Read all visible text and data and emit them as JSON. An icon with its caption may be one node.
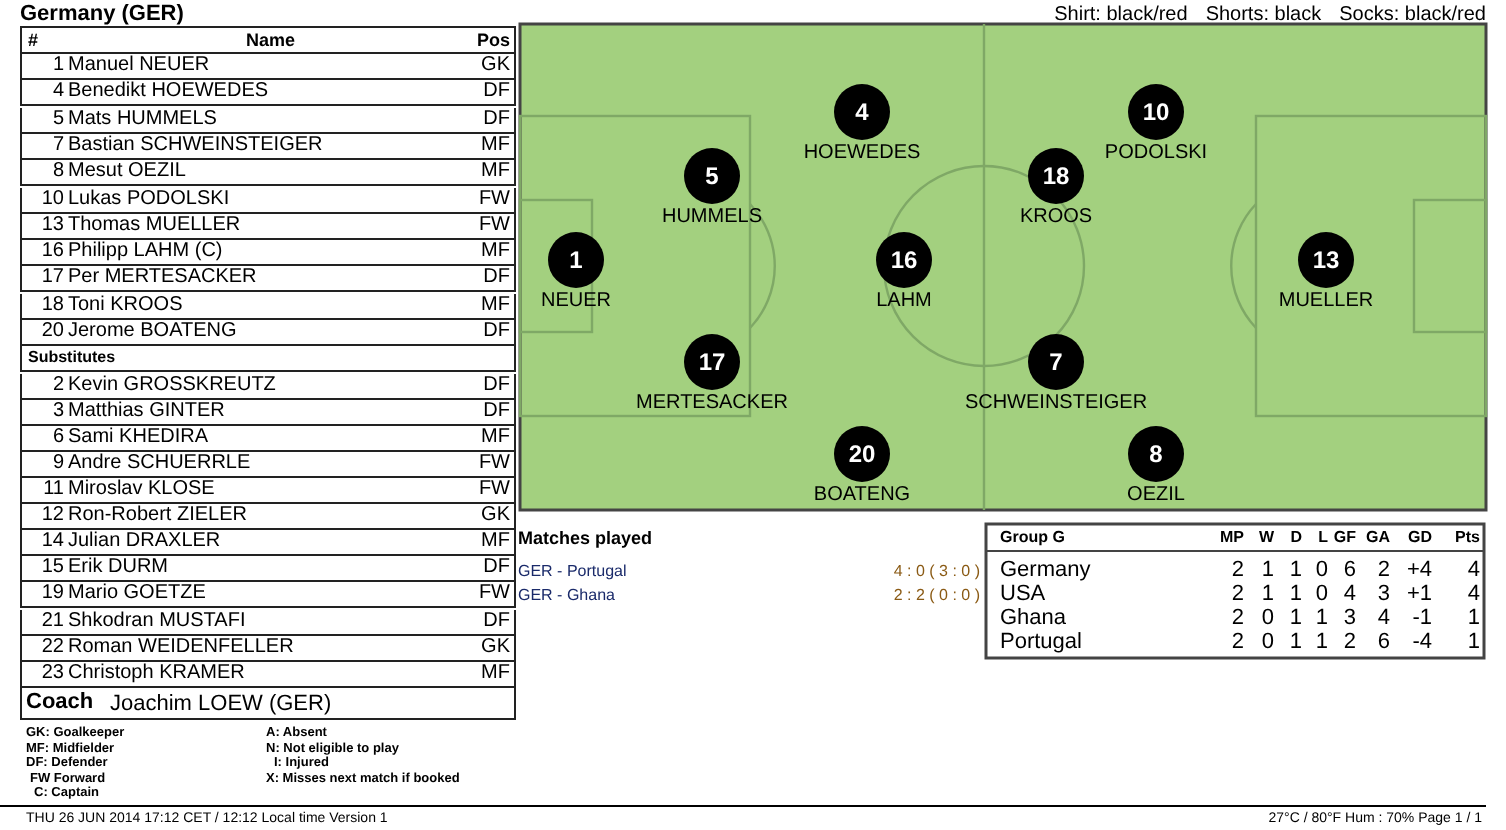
{
  "diagram": {
    "title": "Germany (GER)",
    "nodes": [
      {
        "text": [
          "1"
        ],
        "beside": [
          "NEUER"
        ]
      },
      {
        "text": [
          "5"
        ],
        "beside": [
          "HUMMELS"
        ]
      },
      {
        "text": [
          "17"
        ],
        "beside": [
          "MERTESACKER"
        ]
      },
      {
        "text": [
          "4"
        ],
        "beside": [
          "HOEWEDES"
        ]
      },
      {
        "text": [
          "20"
        ],
        "beside": [
          "BOATENG"
        ]
      },
      {
        "text": [
          "16"
        ],
        "beside": [
          "LAHM"
        ]
      },
      {
        "text": [
          "18"
        ],
        "beside": [
          "KROOS"
        ]
      },
      {
        "text": [
          "7"
        ],
        "beside": [
          "SCHWEINSTEIGER"
        ]
      },
      {
        "text": [
          "10"
        ],
        "beside": [
          "PODOLSKI"
        ]
      },
      {
        "text": [
          "8"
        ],
        "beside": [
          "OEZIL"
        ]
      },
      {
        "text": [
          "13"
        ],
        "beside": [
          "MUELLER"
        ]
      }
    ],
    "labels": [
      "Shirt: black/red",
      "Shorts: black",
      "Socks: black/red",
      "#",
      "Name",
      "Pos",
      "1",
      "Manuel NEUER",
      "GK",
      "4",
      "Benedikt HOEWEDES",
      "DF",
      "5",
      "Mats HUMMELS",
      "DF",
      "7",
      "Bastian SCHWEINSTEIGER",
      "MF",
      "8",
      "Mesut OEZIL",
      "MF",
      "10",
      "Lukas PODOLSKI",
      "FW",
      "13",
      "Thomas MUELLER",
      "FW",
      "16",
      "Philipp LAHM (C)",
      "MF",
      "17",
      "Per MERTESACKER",
      "DF",
      "18",
      "Toni KROOS",
      "MF",
      "20",
      "Jerome BOATENG",
      "DF",
      "Substitutes",
      "2",
      "Kevin GROSSKREUTZ",
      "DF",
      "3",
      "Matthias GINTER",
      "DF",
      "6",
      "Sami KHEDIRA",
      "MF",
      "9",
      "Andre SCHUERRLE",
      "FW",
      "11",
      "Miroslav KLOSE",
      "FW",
      "12",
      "Ron-Robert ZIELER",
      "GK",
      "14",
      "Julian DRAXLER",
      "MF",
      "15",
      "Erik DURM",
      "DF",
      "19",
      "Mario GOETZE",
      "FW",
      "21",
      "Shkodran MUSTAFI",
      "DF",
      "22",
      "Roman WEIDENFELLER",
      "GK",
      "23",
      "Christoph KRAMER",
      "MF",
      "Coach",
      "Joachim LOEW (GER)",
      "Matches played",
      "GER - Portugal",
      "4 : 0 ( 3 : 0 )",
      "GER - Ghana",
      "2 : 2 ( 0 : 0 )",
      "Group G",
      "MP",
      "W",
      "D",
      "L",
      "GF",
      "GA",
      "GD",
      "Pts",
      "Germany",
      "2",
      "1",
      "1",
      "0",
      "6",
      "2",
      "+4",
      "4",
      "USA",
      "2",
      "1",
      "1",
      "0",
      "4",
      "3",
      "+1",
      "4",
      "Ghana",
      "2",
      "0",
      "1",
      "1",
      "3",
      "4",
      "-1",
      "1",
      "Portugal",
      "2",
      "0",
      "1",
      "1",
      "2",
      "6",
      "-4",
      "1",
      "GK: Goalkeeper",
      "MF: Midfielder",
      "DF: Defender",
      "FW Forward",
      "C: Captain",
      "A: Absent",
      "N: Not eligible to play",
      "I: Injured",
      "X: Misses next match if booked",
      "THU 26 JUN 2014 17:12 CET / 12:12 Local time Version 1",
      "27°C / 80°F Hum : 70% Page 1 / 1"
    ]
  }
}
